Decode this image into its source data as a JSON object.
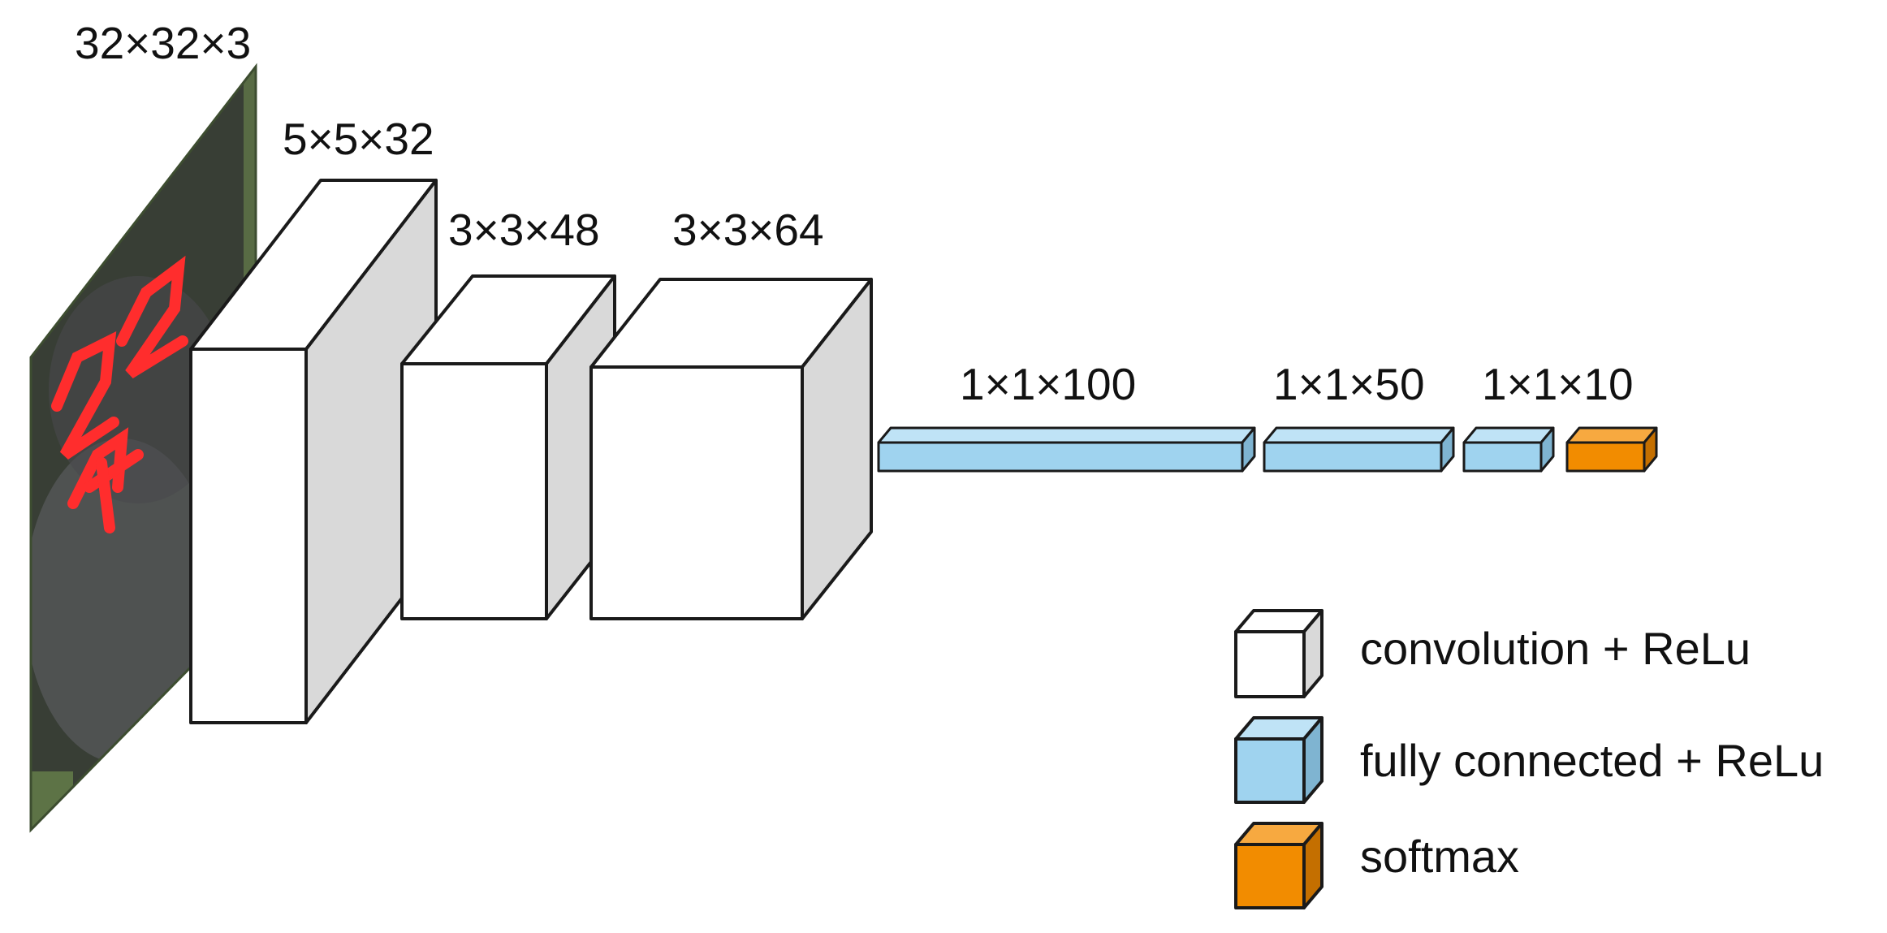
{
  "layers": [
    {
      "id": "input",
      "dims": "32×32×3"
    },
    {
      "id": "conv1",
      "dims": "5×5×32",
      "kind": "convolution"
    },
    {
      "id": "conv2",
      "dims": "3×3×48",
      "kind": "convolution"
    },
    {
      "id": "conv3",
      "dims": "3×3×64",
      "kind": "convolution"
    },
    {
      "id": "fc1",
      "dims": "1×1×100",
      "kind": "fully_connected"
    },
    {
      "id": "fc2",
      "dims": "1×1×50",
      "kind": "fully_connected"
    },
    {
      "id": "fc3",
      "dims": "1×1×10",
      "kind": "fully_connected"
    },
    {
      "id": "out",
      "dims": "",
      "kind": "softmax"
    }
  ],
  "legend": {
    "items": [
      {
        "kind": "convolution",
        "label": "convolution + ReLu"
      },
      {
        "kind": "fully_connected",
        "label": "fully connected  + ReLu"
      },
      {
        "kind": "softmax",
        "label": "softmax"
      }
    ]
  },
  "colors": {
    "convolution": {
      "front": "#ffffff",
      "side": "#d9d9d9",
      "top": "#ffffff"
    },
    "fully_connected": {
      "front": "#9fd3ef",
      "side": "#7fb4d1",
      "top": "#bfe3f6"
    },
    "softmax": {
      "front": "#f28c00",
      "side": "#c46f00",
      "top": "#f7a940"
    },
    "stroke": "#1a1a1a"
  },
  "input_image": {
    "description": "cropped digit display photo",
    "digit_color": "#ff2a2a",
    "bg_color": "#2e2f32"
  }
}
